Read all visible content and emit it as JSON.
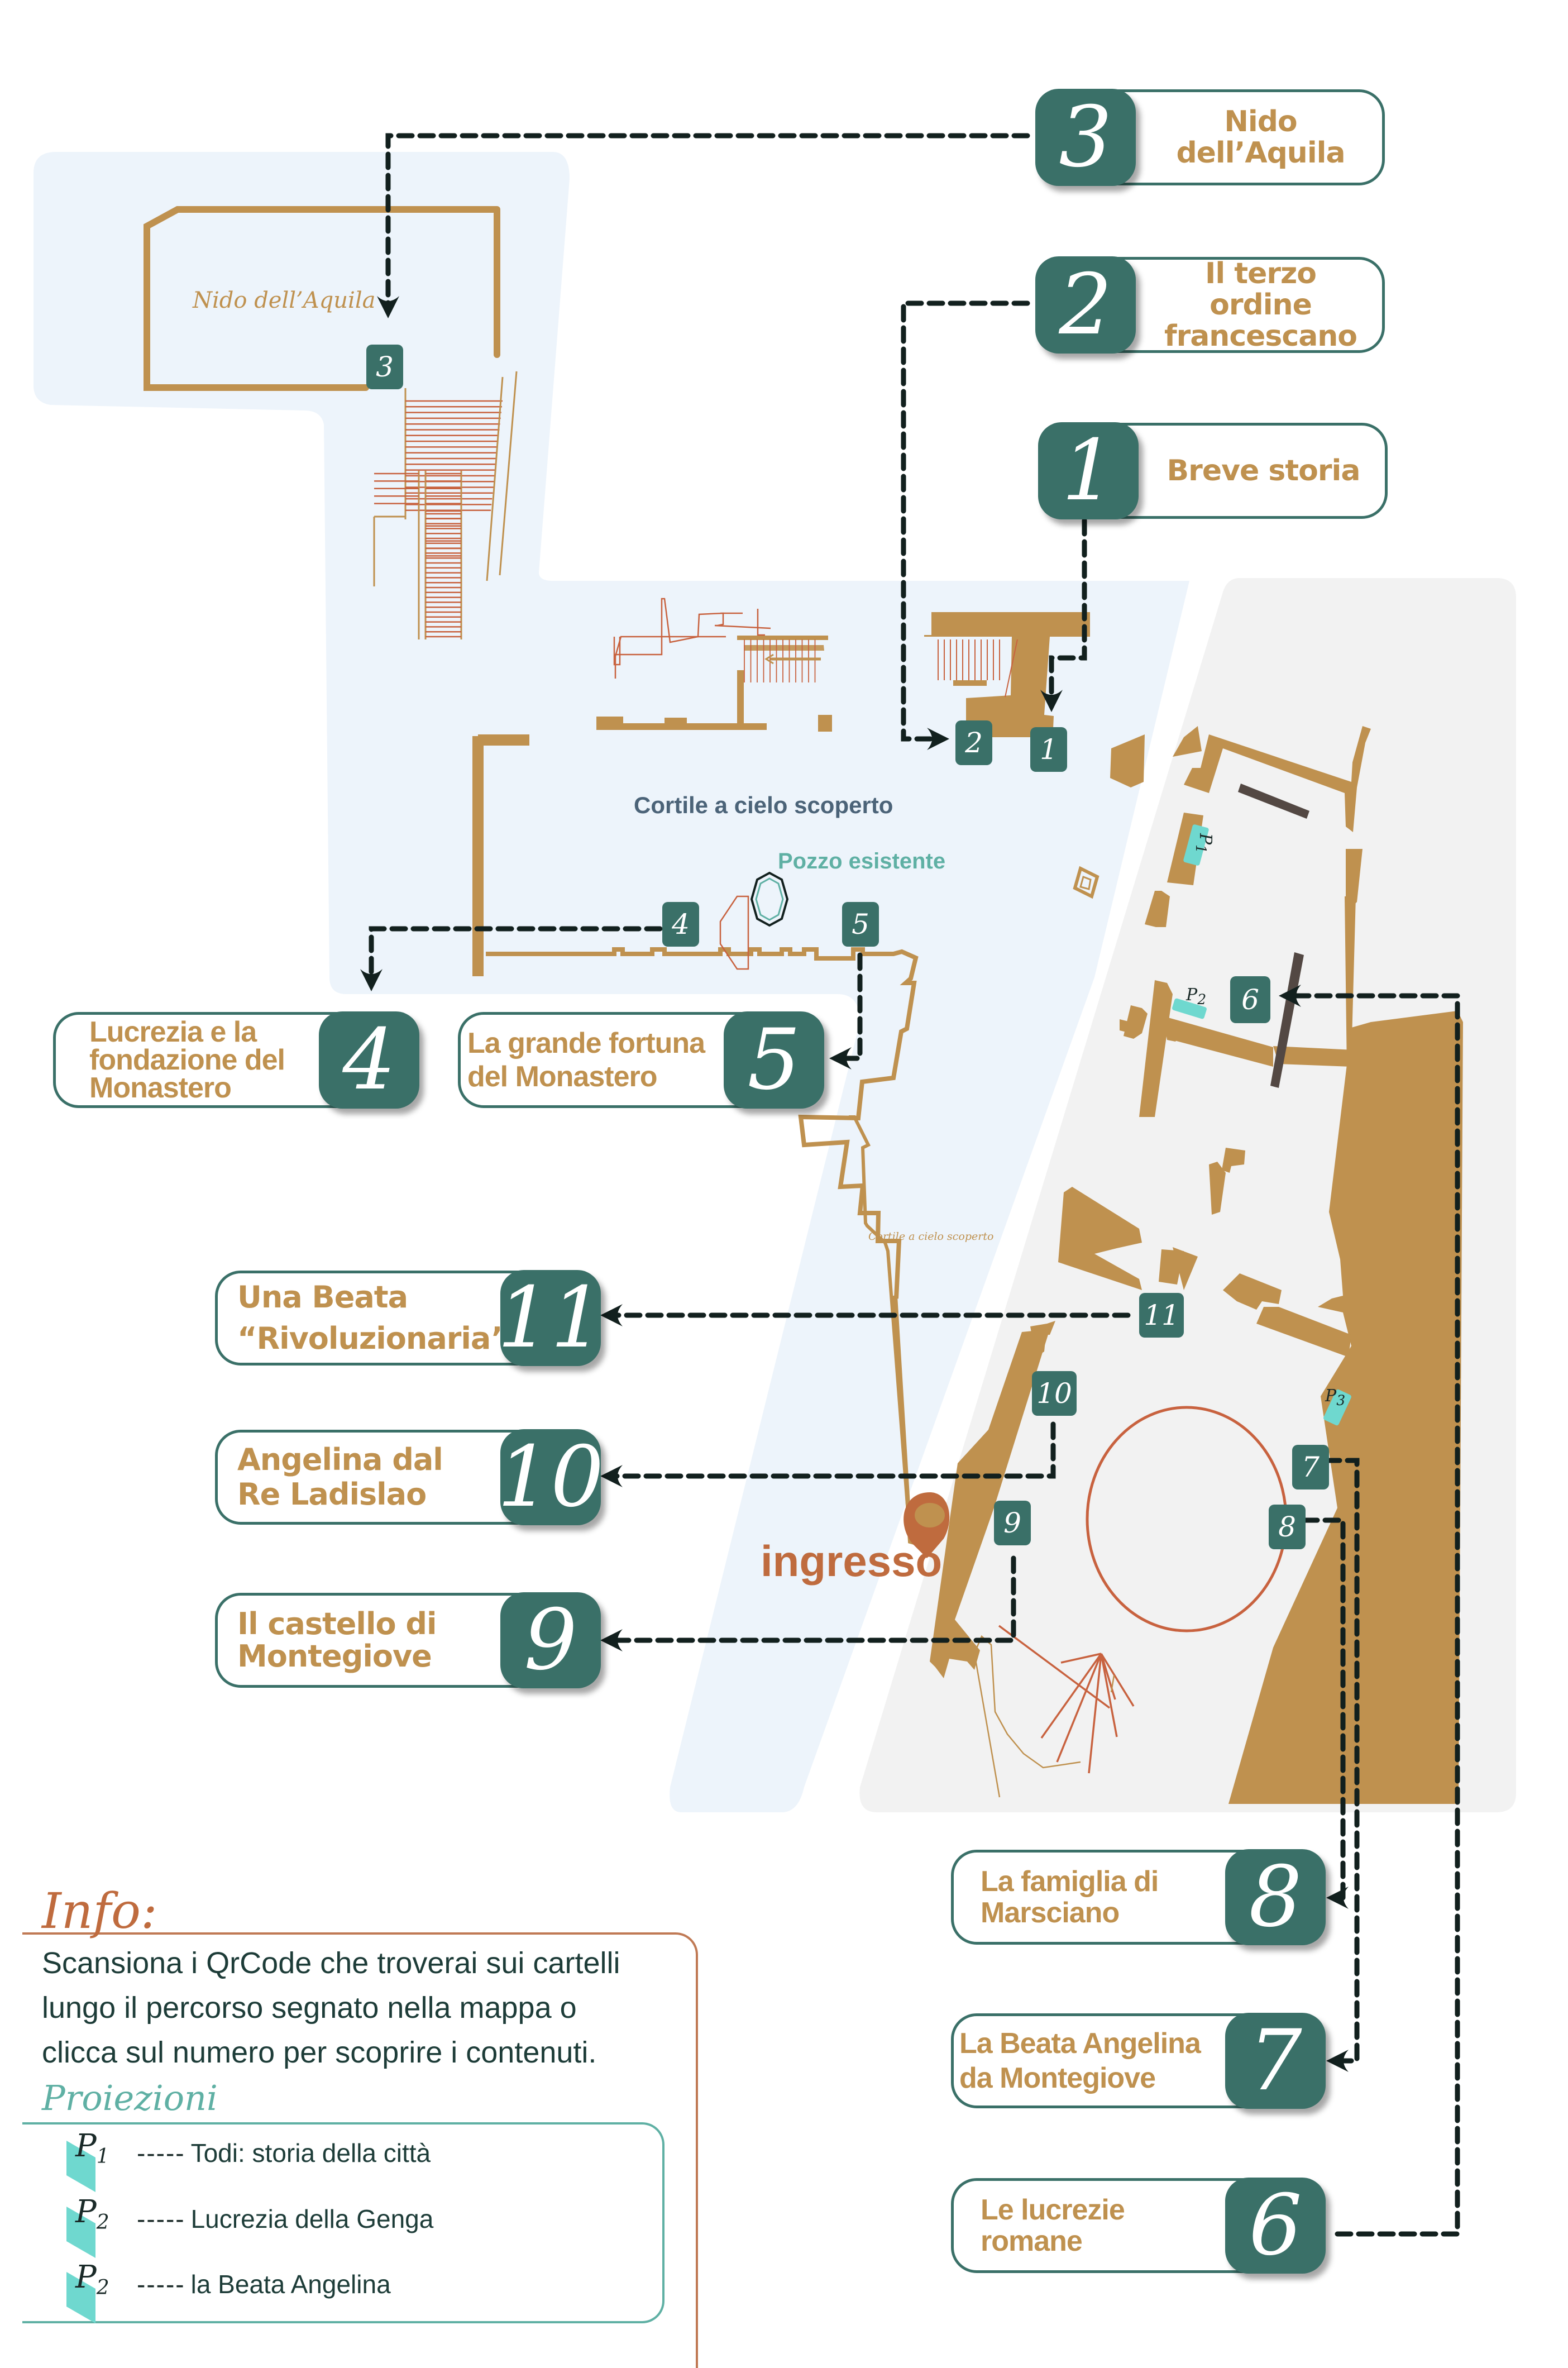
{
  "colors": {
    "teal": "#3a7068",
    "gold": "#bf914f",
    "terracotta": "#bf6b3e",
    "aqua": "#6fd8cf",
    "light_blue_area": "#edf4fb",
    "gray_area": "#f2f2f2",
    "dark_wall": "#534843"
  },
  "stops": [
    {
      "number": "1",
      "title": "Breve storia"
    },
    {
      "number": "2",
      "title": "Il terzo ordine francescano"
    },
    {
      "number": "3",
      "title": "Nido dell’Aquila"
    },
    {
      "number": "4",
      "title": "Lucrezia e la fondazione del Monastero"
    },
    {
      "number": "5",
      "title": "La grande fortuna del Monastero"
    },
    {
      "number": "6",
      "title": "Le lucrezie romane"
    },
    {
      "number": "7",
      "title": "La Beata Angelina da Montegiove"
    },
    {
      "number": "8",
      "title": "La famiglia di Marsciano"
    },
    {
      "number": "9",
      "title": "Il castello di Montegiove"
    },
    {
      "number": "10",
      "title": "Angelina dal Re Ladislao"
    },
    {
      "number": "11",
      "title": "Una Beata “Rivoluzionaria”"
    }
  ],
  "card_lines": {
    "2": [
      "Il terzo ordine",
      "francescano"
    ],
    "4": [
      "Lucrezia e la",
      "fondazione del",
      "Monastero"
    ],
    "5": [
      "La grande fortuna",
      "del Monastero"
    ],
    "6": [
      "Le lucrezie",
      "romane"
    ],
    "7": [
      "La Beata Angelina",
      "da Montegiove"
    ],
    "8": [
      "La famiglia di",
      "Marsciano"
    ],
    "9": [
      "Il castello di",
      "Montegiove"
    ],
    "10": [
      "Angelina dal",
      "Re Ladislao"
    ],
    "11": [
      "Una Beata",
      "“Rivoluzionaria”"
    ]
  },
  "map_labels": {
    "nido": "Nido dell’Aquila",
    "cortile_main": "Cortile a cielo scoperto",
    "pozzo": "Pozzo esistente",
    "cortile_small": "Cortile a cielo scoperto",
    "ingresso": "ingresso"
  },
  "projection_markers": [
    {
      "id": "P1",
      "letter": "P",
      "sub": "1"
    },
    {
      "id": "P2",
      "letter": "P",
      "sub": "2"
    },
    {
      "id": "P3",
      "letter": "P",
      "sub": "3"
    }
  ],
  "info": {
    "title": "Info:",
    "text": "Scansiona i QrCode che troverai sui cartelli lungo il percorso segnato nella mappa o clicca sul numero per scoprire i contenuti.",
    "lines": [
      "Scansiona i QrCode che troverai sui cartelli",
      "lungo il percorso segnato nella mappa o",
      "clicca sul numero per scoprire i contenuti."
    ],
    "projections_title": "Proiezioni",
    "dots": "-----",
    "projections": [
      {
        "letter": "P",
        "sub": "1",
        "text": "Todi: storia della città"
      },
      {
        "letter": "P",
        "sub": "2",
        "text": "Lucrezia della Genga"
      },
      {
        "letter": "P",
        "sub": "2",
        "text": "la Beata Angelina"
      }
    ]
  }
}
